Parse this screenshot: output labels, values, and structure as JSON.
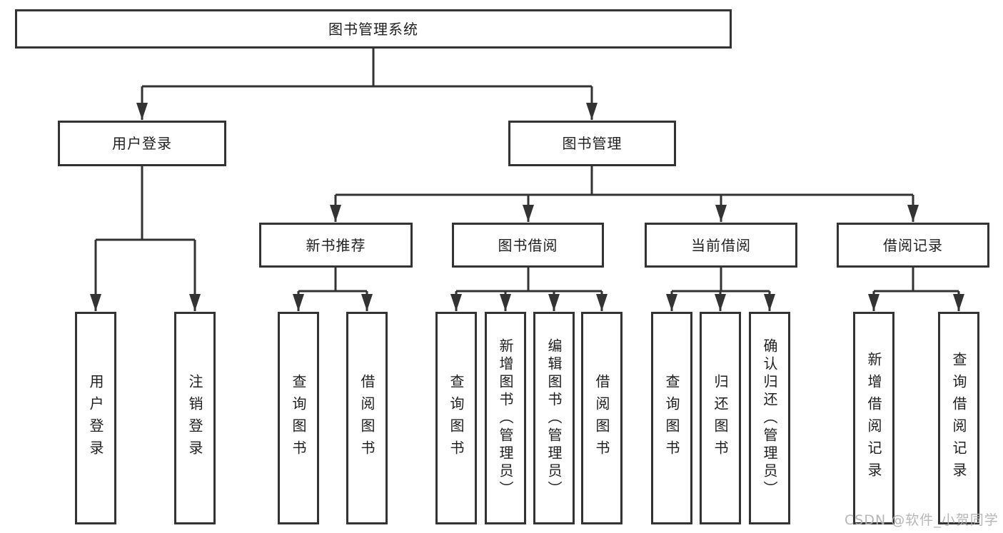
{
  "diagram_type": "functional-structure-tree",
  "colors": {
    "line": "#333333",
    "box_border": "#333333",
    "box_fill": "#ffffff",
    "text": "#1f1f1f",
    "watermark": "#b2b2b2"
  },
  "watermark": {
    "text": "CSDN @软件_小贺同学"
  },
  "tree": {
    "label": "图书管理系统",
    "children": [
      {
        "label": "用户登录",
        "children": [
          {
            "label": "用户登录"
          },
          {
            "label": "注销登录"
          }
        ]
      },
      {
        "label": "图书管理",
        "children": [
          {
            "label": "新书推荐",
            "children": [
              {
                "label": "查询图书"
              },
              {
                "label": "借阅图书"
              }
            ]
          },
          {
            "label": "图书借阅",
            "children": [
              {
                "label": "查询图书"
              },
              {
                "label": "新增图书（管理员）"
              },
              {
                "label": "编辑图书（管理员）"
              },
              {
                "label": "借阅图书"
              }
            ]
          },
          {
            "label": "当前借阅",
            "children": [
              {
                "label": "查询图书"
              },
              {
                "label": "归还图书"
              },
              {
                "label": "确认归还（管理员）"
              }
            ]
          },
          {
            "label": "借阅记录",
            "children": [
              {
                "label": "新增借阅记录"
              },
              {
                "label": "查询借阅记录"
              }
            ]
          }
        ]
      }
    ]
  }
}
